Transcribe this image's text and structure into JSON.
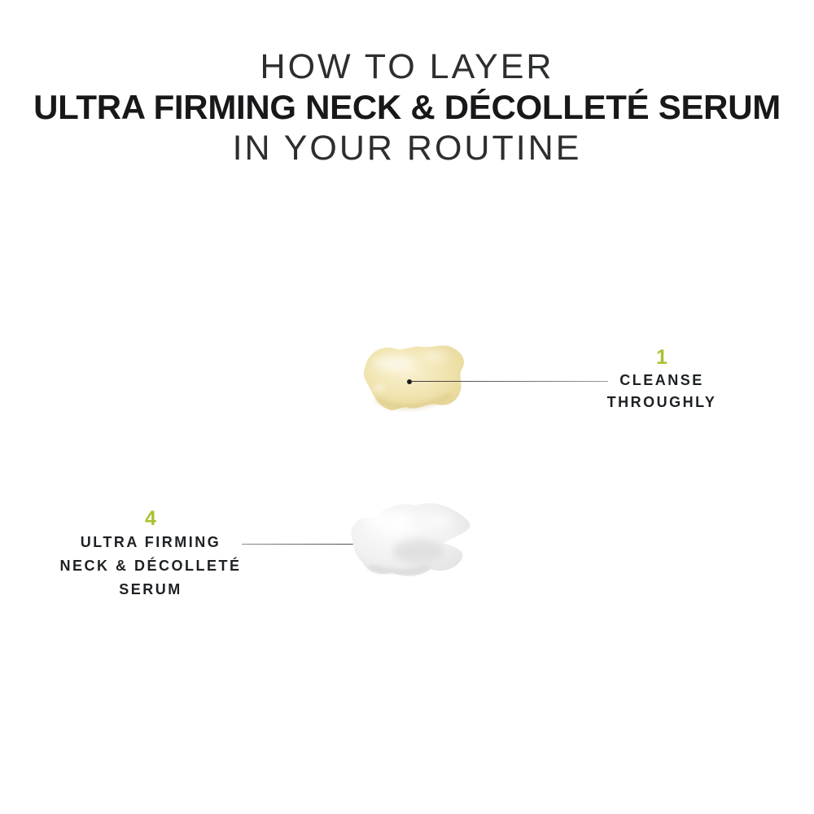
{
  "title": {
    "line1": "HOW TO LAYER",
    "line2": "ULTRA FIRMING NECK & DÉCOLLETÉ SERUM",
    "line3": "IN YOUR ROUTINE"
  },
  "steps": [
    {
      "number": "1",
      "label_lines": [
        "CLEANSE",
        "THROUGHLY"
      ],
      "swatch_description": "pale-yellow cleanser cream smear"
    },
    {
      "number": "4",
      "label_lines": [
        "ULTRA FIRMING",
        "NECK & DÉCOLLETÉ",
        "SERUM"
      ],
      "swatch_description": "white serum cream smear"
    }
  ],
  "colors": {
    "accent_green": "#a8c230",
    "text_dark": "#1e2124",
    "swatch_cream": "#f0e3ae",
    "swatch_white": "#ededed",
    "background": "#ffffff"
  }
}
